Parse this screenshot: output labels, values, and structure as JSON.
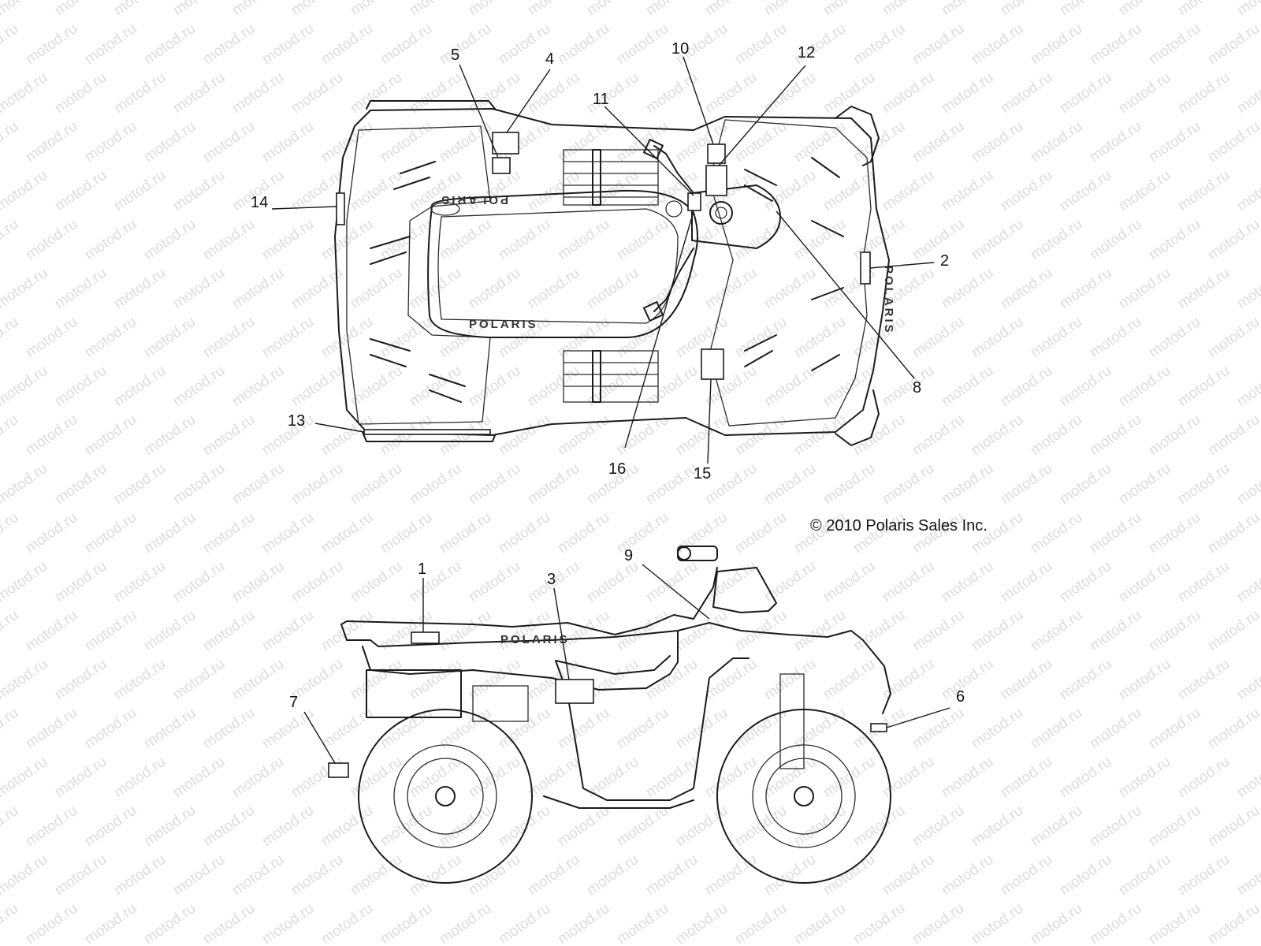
{
  "watermark": {
    "text": "motod.ru"
  },
  "copyright": "© 2010 Polaris Sales Inc.",
  "top_view": {
    "brand_texts": [
      "POLARIS",
      "POLARIS",
      "POLARIS"
    ],
    "callouts": [
      "2",
      "4",
      "5",
      "8",
      "10",
      "11",
      "12",
      "13",
      "14",
      "15",
      "16"
    ]
  },
  "side_view": {
    "brand_texts": [
      "POLARIS"
    ],
    "callouts": [
      "1",
      "3",
      "6",
      "7",
      "9"
    ]
  },
  "colors": {
    "line": "#1a1a1a",
    "watermark": "#dcdcdc",
    "background": "#ffffff"
  }
}
